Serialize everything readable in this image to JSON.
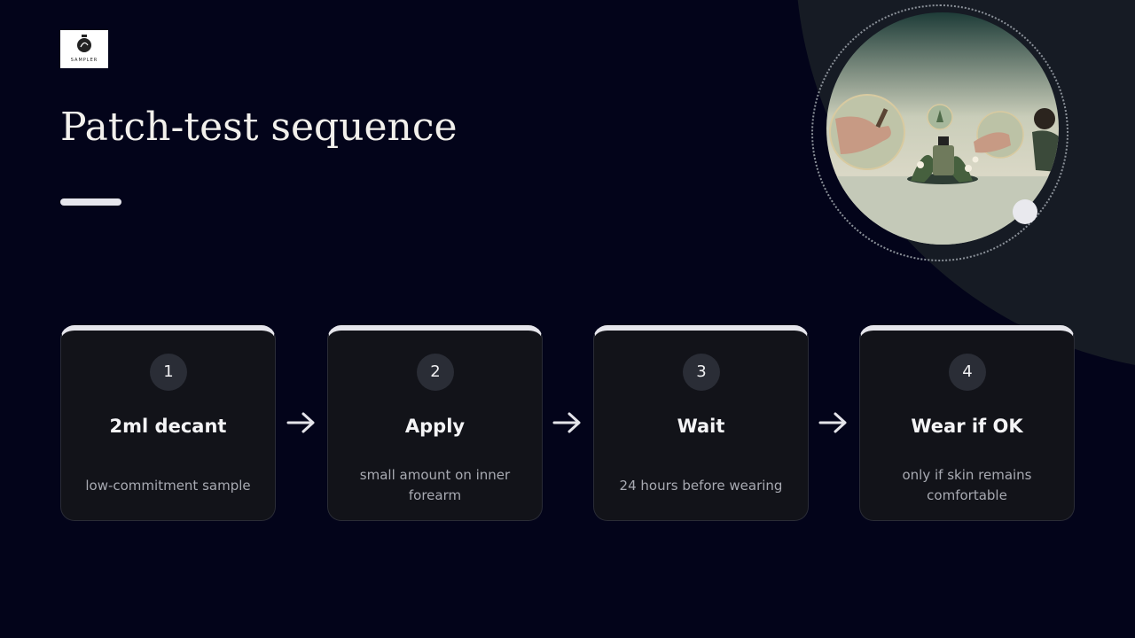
{
  "logo": {
    "text": "SAMPLER"
  },
  "title": "Patch-test sequence",
  "steps": [
    {
      "number": "1",
      "title": "2ml decant",
      "description": "low-commitment sample"
    },
    {
      "number": "2",
      "title": "Apply",
      "description": "small amount on inner forearm"
    },
    {
      "number": "3",
      "title": "Wait",
      "description": "24 hours before wearing"
    },
    {
      "number": "4",
      "title": "Wear if OK",
      "description": "only if skin remains comfortable"
    }
  ],
  "colors": {
    "background": "#03041a",
    "card": "#121319",
    "accent": "#e6e6ec",
    "badge": "#2a2d36"
  },
  "icons": [
    "perfume-bottle-icon",
    "arrow-right-icon"
  ]
}
